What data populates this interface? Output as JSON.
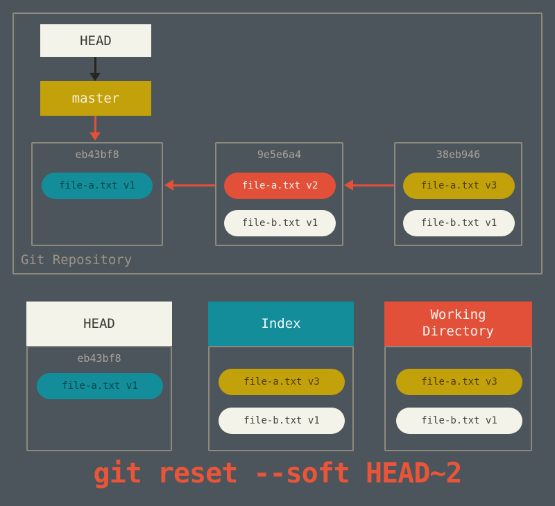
{
  "caption": {
    "text": "git reset --soft HEAD~2"
  },
  "colors": {
    "background": "#4c555b",
    "box_border": "#8d897f",
    "hash_text": "#a9a399",
    "teal": "#128d99",
    "red": "#e2503a",
    "gold": "#c2a10b",
    "cream": "#f4f3ea",
    "caption_text": "#ea5539",
    "arrow_black": "#26261f",
    "arrow_red": "#e2503a"
  },
  "repository": {
    "label": "Git Repository",
    "head": {
      "label": "HEAD"
    },
    "branch": {
      "label": "master"
    },
    "commits": [
      {
        "hash": "eb43bf8",
        "files": [
          {
            "label": "file-a.txt v1",
            "color": "teal"
          }
        ]
      },
      {
        "hash": "9e5e6a4",
        "files": [
          {
            "label": "file-a.txt v2",
            "color": "red"
          },
          {
            "label": "file-b.txt v1",
            "color": "cream"
          }
        ]
      },
      {
        "hash": "38eb946",
        "files": [
          {
            "label": "file-a.txt v3",
            "color": "gold"
          },
          {
            "label": "file-b.txt v1",
            "color": "cream"
          }
        ]
      }
    ]
  },
  "areas": [
    {
      "title": "HEAD",
      "header_color": "cream",
      "hash": "eb43bf8",
      "files": [
        {
          "label": "file-a.txt v1",
          "color": "teal"
        }
      ]
    },
    {
      "title": "Index",
      "header_color": "teal",
      "files": [
        {
          "label": "file-a.txt v3",
          "color": "gold"
        },
        {
          "label": "file-b.txt v1",
          "color": "cream"
        }
      ]
    },
    {
      "title": "Working Directory",
      "header_color": "red",
      "files": [
        {
          "label": "file-a.txt v3",
          "color": "gold"
        },
        {
          "label": "file-b.txt v1",
          "color": "cream"
        }
      ]
    }
  ]
}
